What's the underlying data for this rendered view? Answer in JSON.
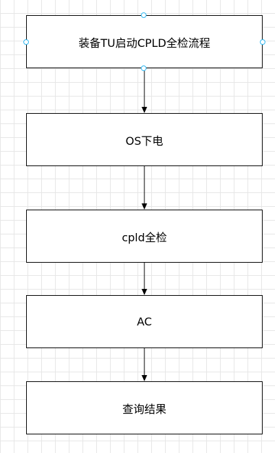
{
  "flowchart": {
    "nodes": [
      {
        "label": "装备TU启动CPLD全检流程"
      },
      {
        "label": "OS下电"
      },
      {
        "label": "cpld全检"
      },
      {
        "label": "AC"
      },
      {
        "label": "查询结果"
      }
    ],
    "edges": [
      {
        "from": 0,
        "to": 1
      },
      {
        "from": 1,
        "to": 2
      },
      {
        "from": 2,
        "to": 3
      },
      {
        "from": 3,
        "to": 4
      }
    ],
    "selected_node": 0,
    "colors": {
      "border": "#000000",
      "selection_handle": "#29b6f2",
      "grid": "#e6e6e6",
      "background": "#ffffff"
    }
  }
}
